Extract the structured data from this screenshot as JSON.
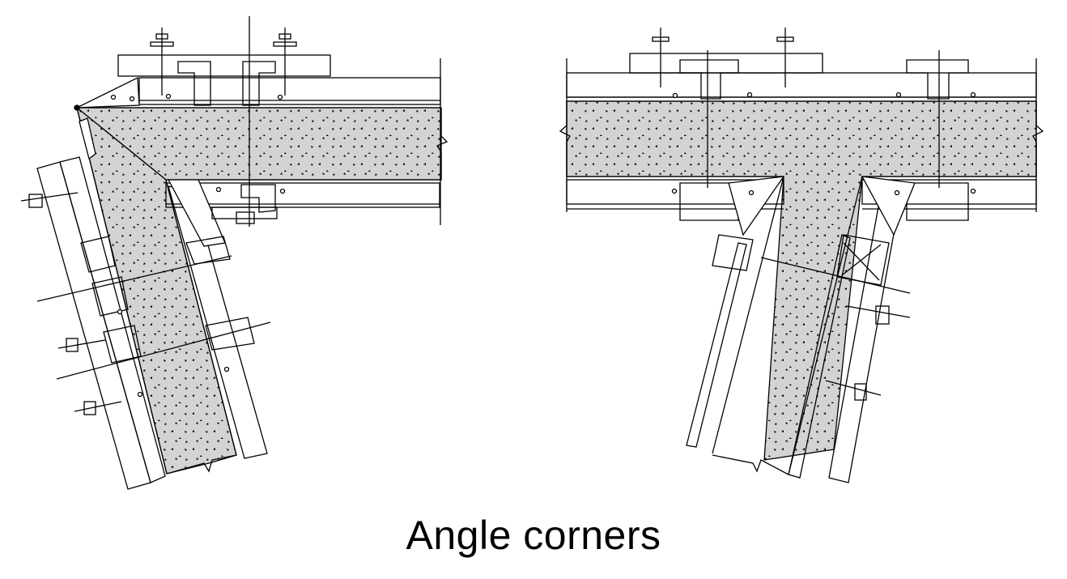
{
  "caption": "Angle corners",
  "colors": {
    "concrete": "#d3d3d3",
    "line": "#000000",
    "background": "#ffffff"
  },
  "drawings": [
    {
      "name": "angle-corner-drawing",
      "description_visible": false
    },
    {
      "name": "tee-junction-drawing",
      "description_visible": false
    }
  ]
}
